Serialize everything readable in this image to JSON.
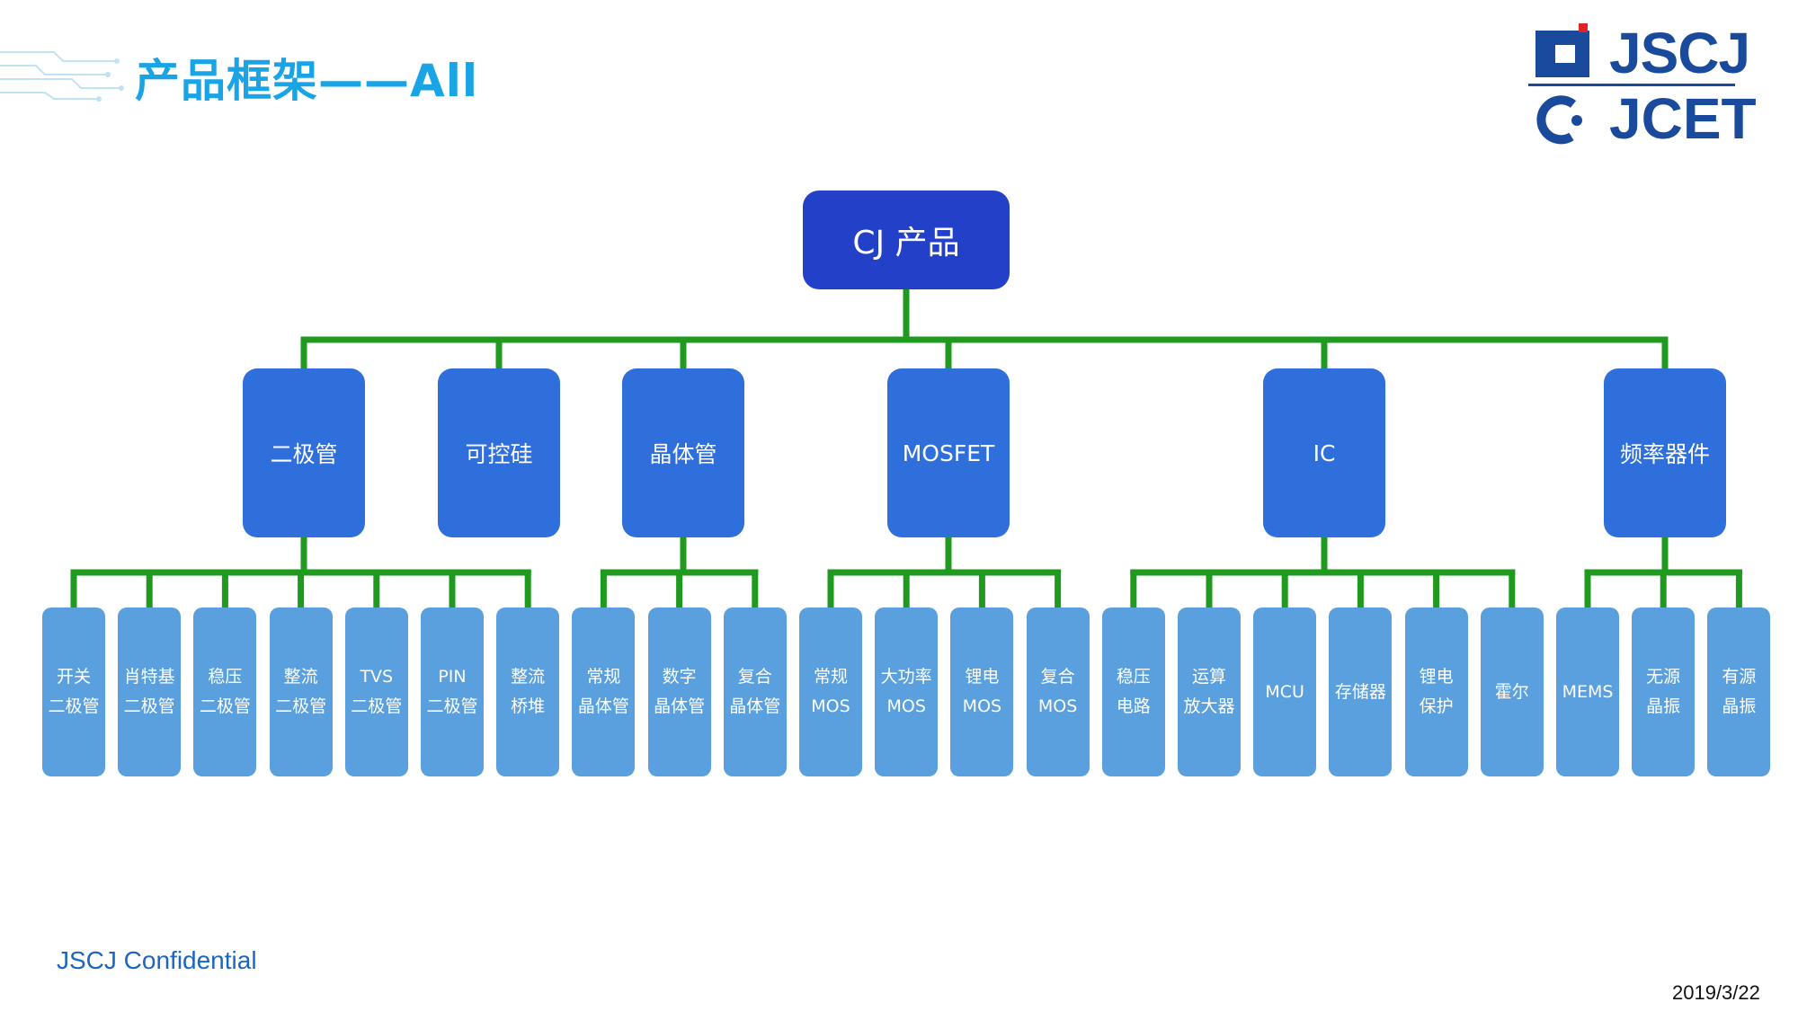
{
  "slide": {
    "title": "产品框架——All",
    "footer_confidential": "JSCJ Confidential",
    "footer_date": "2019/3/22"
  },
  "logo": {
    "top_text": "JSCJ",
    "bottom_text": "JCET"
  },
  "colors": {
    "title": "#19a4e6",
    "connector": "#1f9a1f",
    "root_box": "#2240c8",
    "category_box": "#2f6fdc",
    "leaf_box": "#5aa0de"
  },
  "tree": {
    "root": "CJ 产品",
    "categories": [
      {
        "label": "二极管",
        "children": [
          "开关\n二极管",
          "肖特基\n二极管",
          "稳压\n二极管",
          "整流\n二极管",
          "TVS\n二极管",
          "PIN\n二极管",
          "整流\n桥堆"
        ]
      },
      {
        "label": "可控硅",
        "children": []
      },
      {
        "label": "晶体管",
        "children": [
          "常规\n晶体管",
          "数字\n晶体管",
          "复合\n晶体管"
        ]
      },
      {
        "label": "MOSFET",
        "children": [
          "常规\nMOS",
          "大功率\nMOS",
          "锂电\nMOS",
          "复合\nMOS"
        ]
      },
      {
        "label": "IC",
        "children": [
          "稳压\n电路",
          "运算\n放大器",
          "MCU",
          "存储器",
          "锂电\n保护",
          "霍尔"
        ]
      },
      {
        "label": "频率器件",
        "children": [
          "MEMS",
          "无源\n晶振",
          "有源\n晶振"
        ]
      }
    ]
  }
}
